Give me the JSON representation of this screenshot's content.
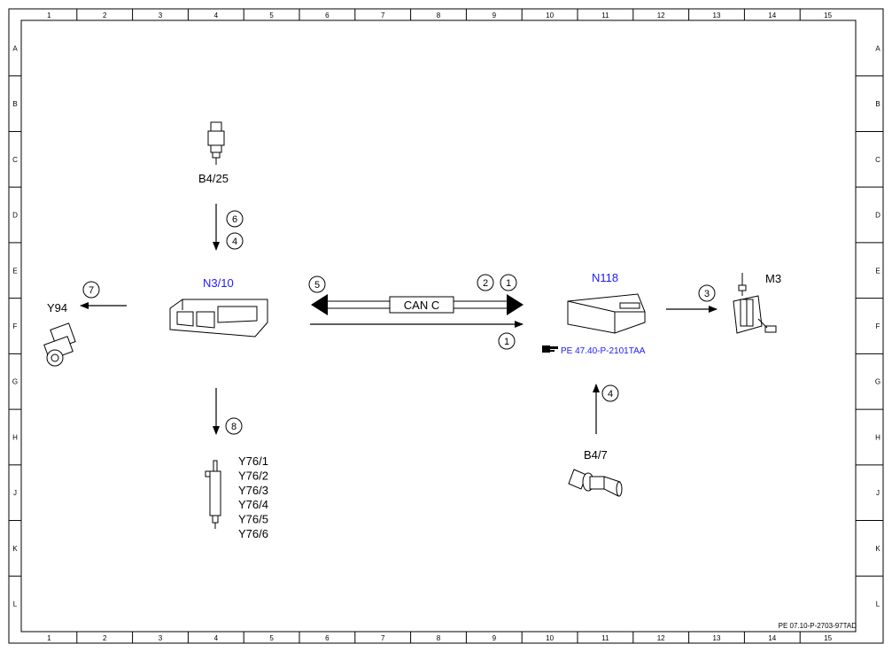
{
  "frame": {
    "columns": [
      "1",
      "2",
      "3",
      "4",
      "5",
      "6",
      "7",
      "8",
      "9",
      "10",
      "11",
      "12",
      "13",
      "14",
      "15"
    ],
    "rows": [
      "A",
      "B",
      "C",
      "D",
      "E",
      "F",
      "G",
      "H",
      "J",
      "K",
      "L"
    ],
    "doc_id": "PE 07.10-P-2703-97TAD"
  },
  "components": {
    "b4_25": "B4/25",
    "n3_10": "N3/10",
    "y94": "Y94",
    "n118": "N118",
    "m3": "M3",
    "b4_7": "B4/7",
    "y76": [
      "Y76/1",
      "Y76/2",
      "Y76/3",
      "Y76/4",
      "Y76/5",
      "Y76/6"
    ]
  },
  "bus": {
    "label": "CAN C"
  },
  "reference": {
    "icon": "pointing-hand-icon",
    "text": "PE 47.40-P-2101TAA"
  },
  "signals": {
    "b4_25_a": "6",
    "b4_25_b": "4",
    "to_y94": "7",
    "bus_left": "5",
    "bus_right_a": "2",
    "bus_right_b": "1",
    "line_to_n118": "1",
    "to_m3": "3",
    "from_b4_7": "4",
    "to_y76": "8"
  },
  "colors": {
    "line": "#000000",
    "blue_label": "#1a1aff"
  }
}
